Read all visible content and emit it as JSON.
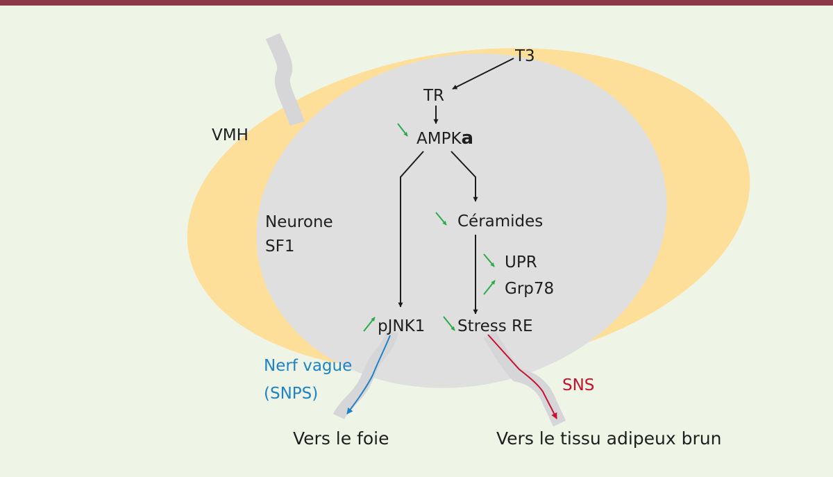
{
  "labels": {
    "vmh": "VMH",
    "neurone_line1": "Neurone",
    "neurone_line2": "SF1",
    "t3": "T3",
    "tr": "TR",
    "ampk": "AMPK",
    "ampk_suffix": "a",
    "ceramides": "Céramides",
    "upr": "UPR",
    "grp78": "Grp78",
    "pjnk1": "pJNK1",
    "stress_re": "Stress RE",
    "nerf_vague_line1": "Nerf vague",
    "nerf_vague_line2": "(SNPS)",
    "sns": "SNS",
    "vers_foie": "Vers le foie",
    "vers_tissu": "Vers le tissu adipeux brun"
  },
  "colors": {
    "top_bar": "#8b3a47",
    "background": "#eff5e6",
    "vmh_fill": "#fddf9a",
    "neuron_fill": "#dfdfe0",
    "nerve_track": "#d6d6d8",
    "arrow_black": "#1b1b1b",
    "arrow_green": "#2bab48",
    "vagus_blue": "#1f82c6",
    "sns_red": "#c8102e",
    "text": "#1e1e1e"
  },
  "regulation": {
    "ampk": "down",
    "ceramides": "down",
    "upr": "down",
    "grp78": "up",
    "pjnk1": "up",
    "stress_re": "down"
  }
}
